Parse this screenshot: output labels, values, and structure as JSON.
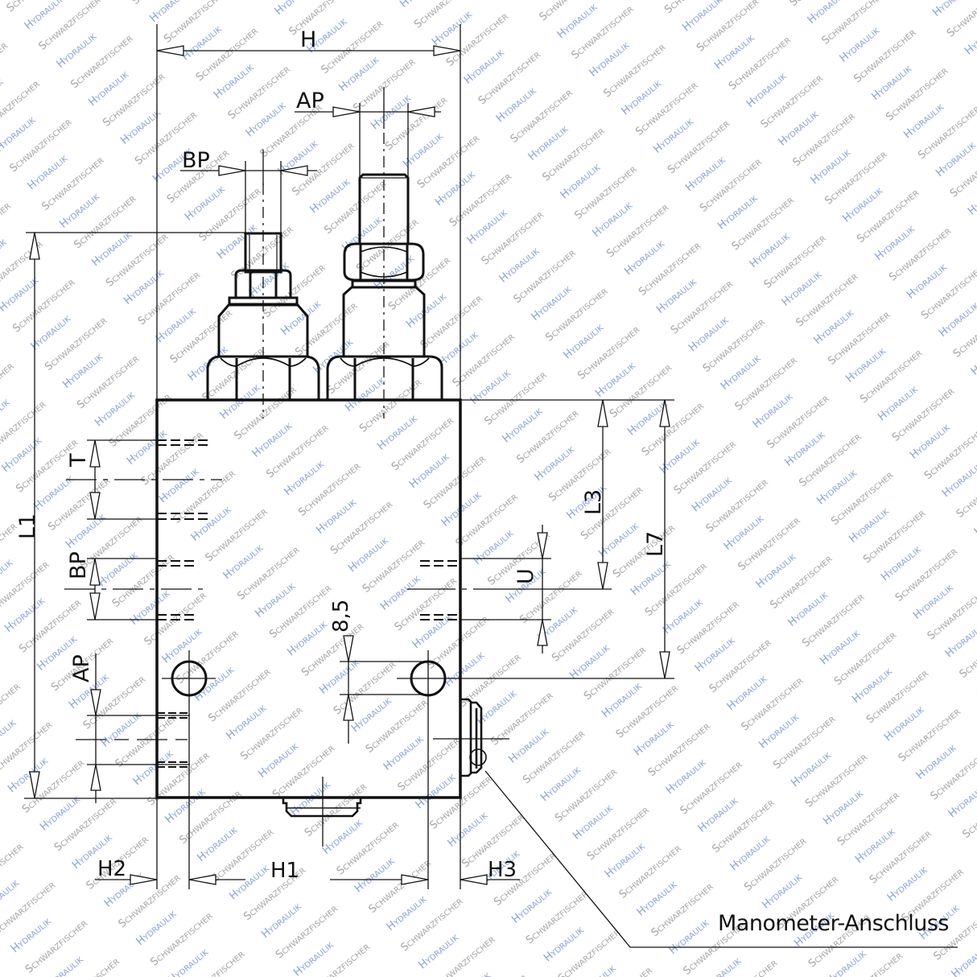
{
  "drawing": {
    "type": "hydraulic valve block dimension drawing",
    "stroke_color": "#111111",
    "watermark": {
      "word1": "SCHWARZFISCHER",
      "word2": "HYDRAULIK",
      "word1_color": "#9a9a9a",
      "word2_color": "#7e97d0",
      "angle_deg": -40
    }
  },
  "dimensions": {
    "top_width": "H",
    "port_ap_top": "AP",
    "port_bp_top": "BP",
    "overall_length": "L1",
    "port_t": "T",
    "port_bp_side": "BP",
    "port_ap_side": "AP",
    "hole_offset": "8,5",
    "right_port_u": "U",
    "right_l3": "L3",
    "right_l7": "L7",
    "bottom_h2": "H2",
    "bottom_h1": "H1",
    "bottom_h3": "H3"
  },
  "callouts": {
    "gauge_port": "Manometer-Anschluss"
  }
}
